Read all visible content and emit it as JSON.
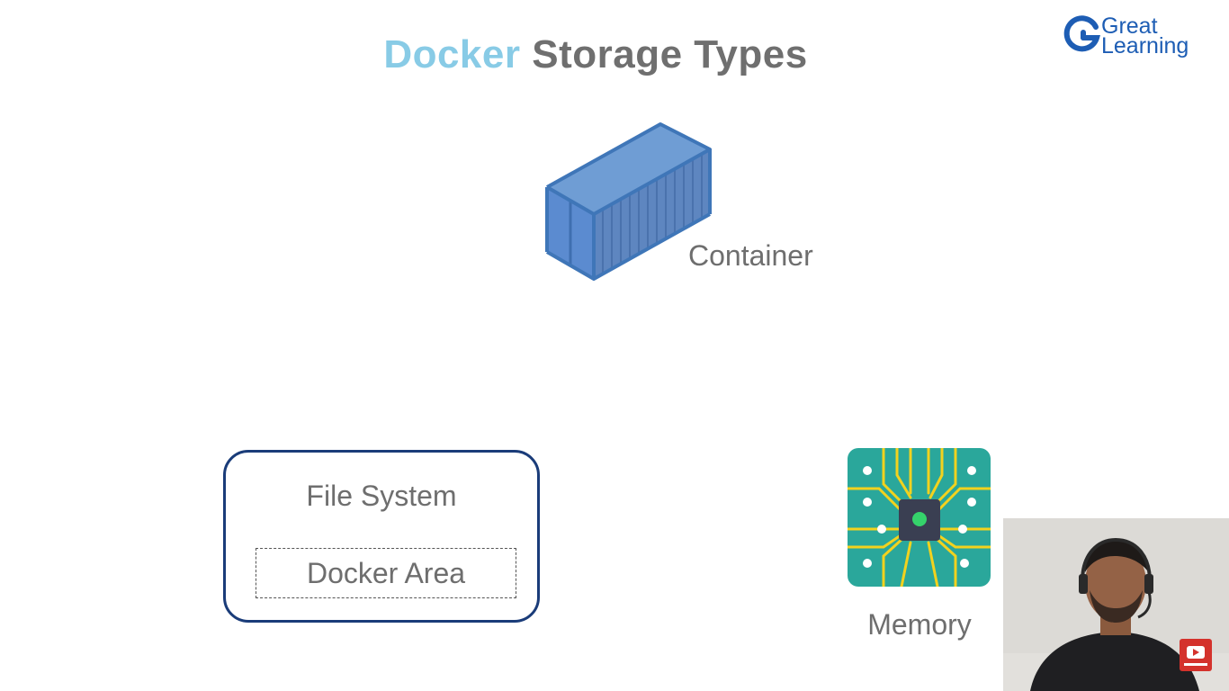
{
  "slide": {
    "title_accent": "Docker",
    "title_rest": "Storage Types"
  },
  "logo": {
    "line1": "Great",
    "line2": "Learning"
  },
  "container": {
    "label": "Container"
  },
  "file_system": {
    "label": "File System",
    "docker_area_label": "Docker Area"
  },
  "memory": {
    "label": "Memory"
  },
  "colors": {
    "title_accent": "#88cbe6",
    "title_rest": "#6f6f6f",
    "brand_blue": "#1d5db4",
    "box_border": "#1a3c79",
    "chip_green": "#2aa79b",
    "chip_trace": "#f2d21e"
  }
}
